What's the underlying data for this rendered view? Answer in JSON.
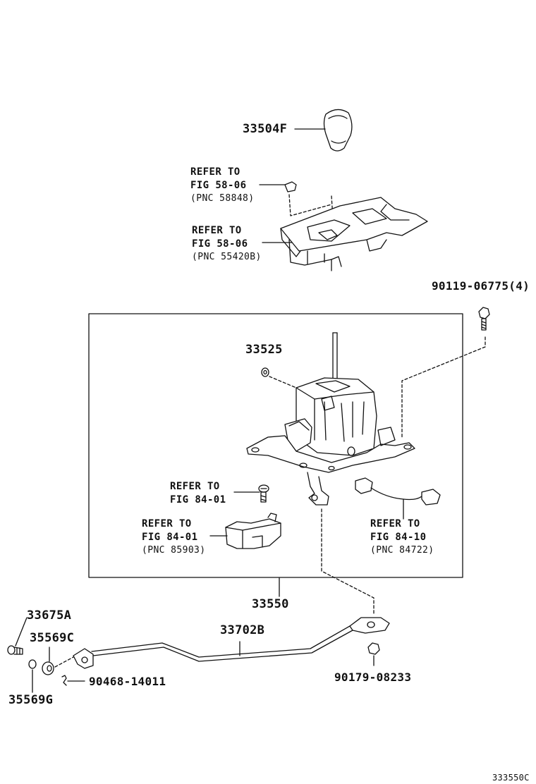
{
  "colors": {
    "ink": "#111111",
    "background": "#ffffff"
  },
  "parts": {
    "knob": "33504F",
    "bracket_33525": "33525",
    "bolt_90119": "90119-06775(4)",
    "assembly": "33550",
    "bolt_33675A": "33675A",
    "bushing_35569C": "35569C",
    "bushing_35569G": "35569G",
    "pin_90468": "90468-14011",
    "rod": "33702B",
    "nut_90179": "90179-08233"
  },
  "refs": {
    "panel_cap": {
      "line1": "REFER TO",
      "line2": "FIG 58-06",
      "line3": "(PNC 58848)"
    },
    "console_panel": {
      "line1": "REFER TO",
      "line2": "FIG 58-06",
      "line3": "(PNC 55420B)"
    },
    "screw": {
      "line1": "REFER TO",
      "line2": "FIG 84-01"
    },
    "ecu": {
      "line1": "REFER TO",
      "line2": "FIG 84-01",
      "line3": "(PNC 85903)"
    },
    "wire": {
      "line1": "REFER TO",
      "line2": "FIG 84-10",
      "line3": "(PNC 84722)"
    }
  },
  "figure_id": "333550C"
}
